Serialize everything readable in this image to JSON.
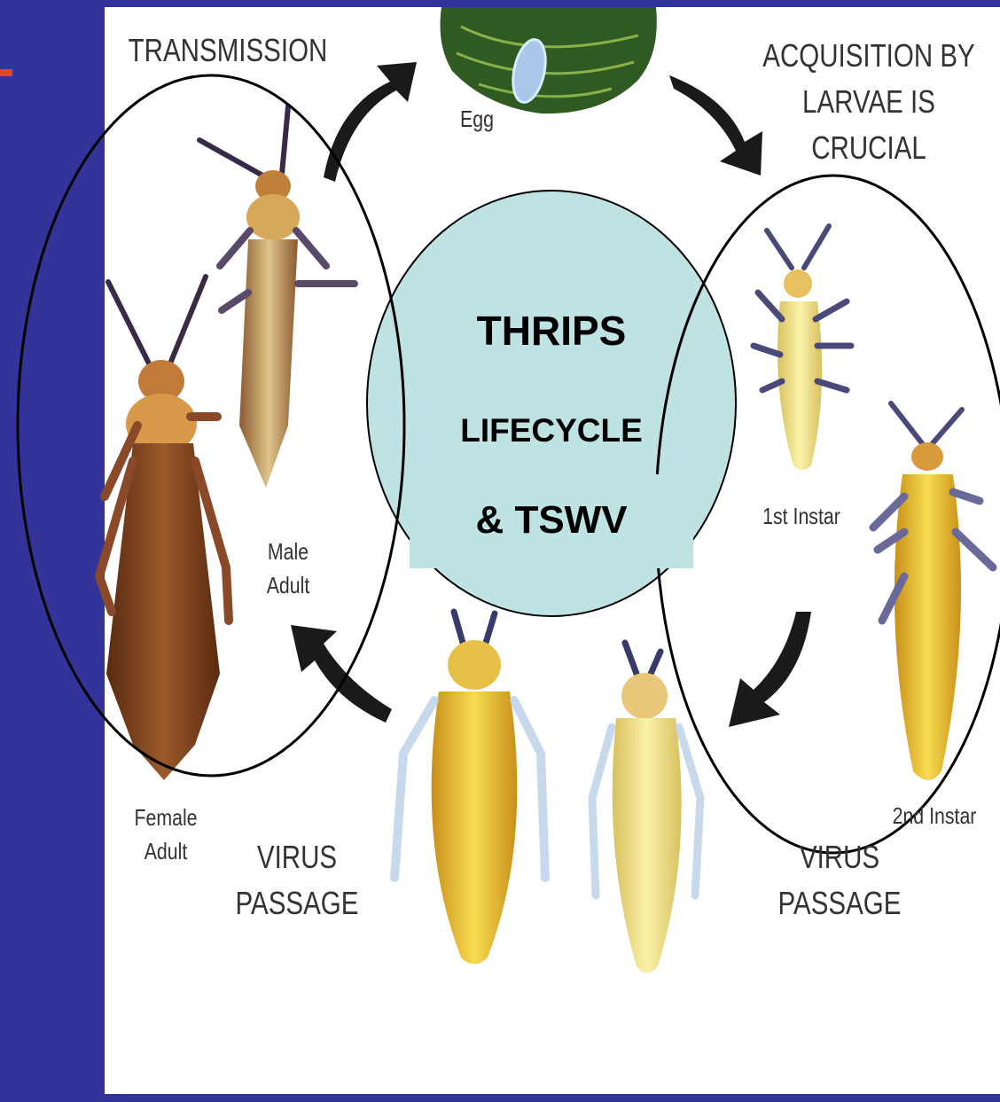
{
  "labels": {
    "transmission": "TRANSMISSION",
    "egg": "Egg",
    "acquisition_line1": "ACQUISITION BY",
    "acquisition_line2": "LARVAE IS",
    "acquisition_line3": "CRUCIAL",
    "first_instar": "1st Instar",
    "second_instar": "2nd Instar",
    "male_adult_line1": "Male",
    "male_adult_line2": "Adult",
    "female_adult_line1": "Female",
    "female_adult_line2": "Adult",
    "virus_passage_left_line1": "VIRUS",
    "virus_passage_left_line2": "PASSAGE",
    "virus_passage_right_line1": "VIRUS",
    "virus_passage_right_line2": "PASSAGE"
  },
  "center_title": {
    "line1": "THRIPS",
    "line2": "LIFECYCLE",
    "line3": "& TSWV"
  },
  "colors": {
    "background": "#333399",
    "accent": "#e8451e",
    "panel": "#ffffff",
    "center_circle": "#bfe3e3",
    "arrow": "#1a1a1a",
    "adult_body": "#7a3f1e",
    "larva_body": "#f2c21e"
  }
}
